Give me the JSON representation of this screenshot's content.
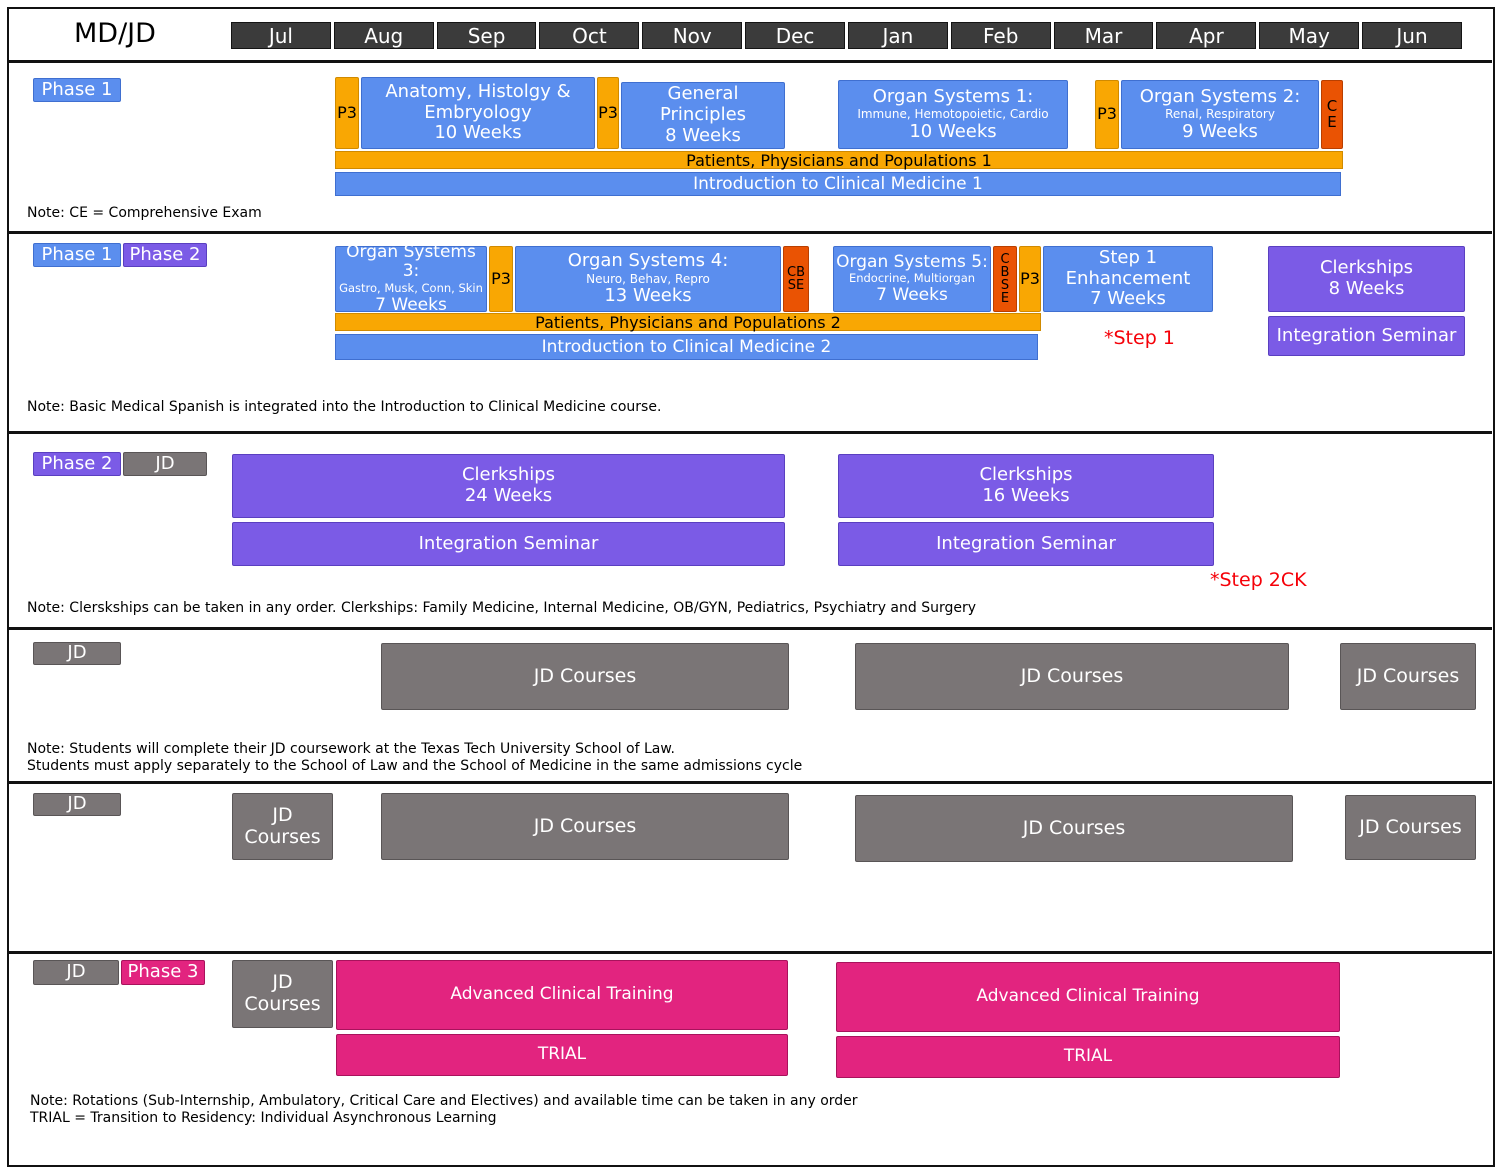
{
  "header": {
    "title": "MD/JD",
    "months": [
      "Jul",
      "Aug",
      "Sep",
      "Oct",
      "Nov",
      "Dec",
      "Jan",
      "Feb",
      "Mar",
      "Apr",
      "May",
      "Jun"
    ]
  },
  "s1": {
    "label": "Phase 1",
    "p3": "P3",
    "anatomy": {
      "l1": "Anatomy, Histolgy &",
      "l2": "Embryology",
      "weeks": "10 Weeks"
    },
    "general": {
      "l1": "General Principles",
      "weeks": "8 Weeks"
    },
    "os1": {
      "title": "Organ Systems 1:",
      "sub": "Immune, Hemotopoietic, Cardio",
      "weeks": "10 Weeks"
    },
    "os2": {
      "title": "Organ Systems 2:",
      "sub": "Renal, Respiratory",
      "weeks": "9 Weeks"
    },
    "ce": "CE",
    "ppp": "Patients, Physicians and Populations 1",
    "icm": "Introduction to Clinical Medicine 1",
    "note": "Note: CE = Comprehensive Exam"
  },
  "s2": {
    "label1": "Phase 1",
    "label2": "Phase 2",
    "p3": "P3",
    "cbse": "CBSE",
    "os3": {
      "title": "Organ Systems 3:",
      "sub": "Gastro, Musk, Conn, Skin",
      "weeks": "7 Weeks"
    },
    "os4": {
      "title": "Organ Systems 4:",
      "sub": "Neuro, Behav, Repro",
      "weeks": "13 Weeks"
    },
    "os5": {
      "title": "Organ Systems 5:",
      "sub": "Endocrine, Multiorgan",
      "weeks": "7 Weeks"
    },
    "step1e": {
      "l1": "Step 1",
      "l2": "Enhancement",
      "weeks": "7 Weeks"
    },
    "clerk": {
      "title": "Clerkships",
      "weeks": "8 Weeks"
    },
    "integration": "Integration Seminar",
    "ppp": "Patients, Physicians and Populations 2",
    "icm": "Introduction to Clinical Medicine 2",
    "step1": "*Step 1",
    "note": "Note: Basic Medical Spanish is integrated into the Introduction to Clinical Medicine course."
  },
  "s3": {
    "label1": "Phase 2",
    "label2": "JD",
    "c24": {
      "title": "Clerkships",
      "weeks": "24 Weeks"
    },
    "c16": {
      "title": "Clerkships",
      "weeks": "16 Weeks"
    },
    "integration": "Integration Seminar",
    "step2ck": "*Step 2CK",
    "note": "Note: Clerskships can be taken in any order. Clerkships: Family Medicine, Internal Medicine, OB/GYN, Pediatrics, Psychiatry and Surgery"
  },
  "s4": {
    "label": "JD",
    "jd": "JD Courses",
    "note1": "Note: Students will complete their JD coursework at the Texas Tech University School of Law.",
    "note2": "Students must apply separately to the School of Law and the School of Medicine in the same admissions cycle"
  },
  "s5": {
    "label": "JD",
    "jd": "JD Courses"
  },
  "s6": {
    "label1": "JD",
    "label2": "Phase 3",
    "jd": "JD Courses",
    "act": "Advanced Clinical Training",
    "trial": "TRIAL",
    "note1": "Note: Rotations (Sub-Internship, Ambulatory, Critical Care and Electives) and available time can be taken in any order",
    "note2": "TRIAL = Transition to Residency: Individual Asynchronous Learning"
  },
  "colors": {
    "blue": "#5b8eee",
    "purple": "#7b5be6",
    "orange": "#f9a703",
    "red_orange": "#ea5303",
    "gray": "#7a7576",
    "month_gray": "#3b3b3b",
    "pink": "#e2247f",
    "note_red": "#f50008"
  }
}
